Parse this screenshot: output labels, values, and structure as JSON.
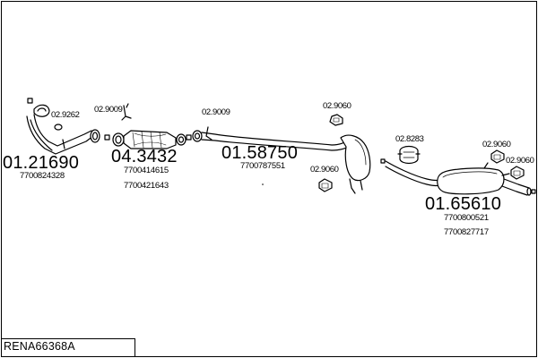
{
  "diagram": {
    "title": "RENA66368A",
    "parts": [
      {
        "main": "01.21690",
        "oe": [
          "7700824328"
        ]
      },
      {
        "main": "04.3432",
        "oe": [
          "7700414615",
          "7700421643"
        ]
      },
      {
        "main": "01.58750",
        "oe": [
          "7700787551"
        ]
      },
      {
        "main": "01.65610",
        "oe": [
          "7700800521",
          "7700827717"
        ]
      }
    ],
    "accessories": [
      "02.9262",
      "02.9009",
      "02.9009",
      "02.9060",
      "02.9060",
      "02.8283",
      "02.9060",
      "02.9060"
    ]
  }
}
